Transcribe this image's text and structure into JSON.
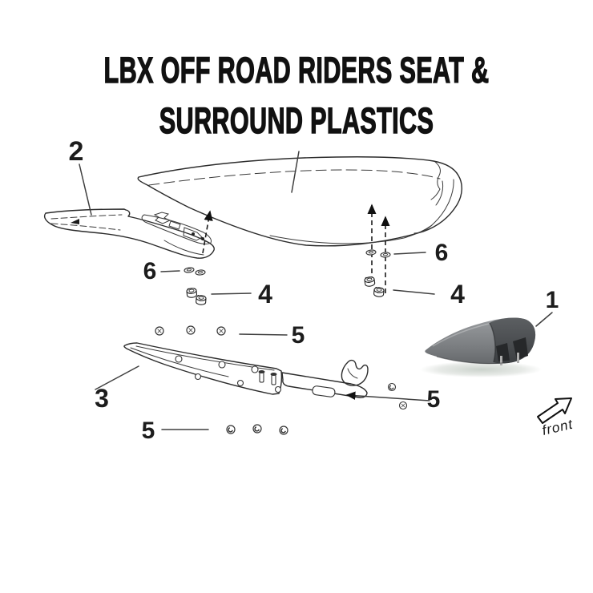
{
  "title": {
    "line1": "LBX OFF ROAD RIDERS SEAT &",
    "line2": "SURROUND PLASTICS"
  },
  "callouts": {
    "seat_render": "1",
    "upper_side_panel": "2",
    "lower_side_panel": "3",
    "clip_nut": "4",
    "screw": "5",
    "washer": "6"
  },
  "front_label": "front",
  "colors": {
    "line_art": "#2b2b2b",
    "seat_body_gray": "#7c7f82",
    "seat_rear_gray": "#45484b",
    "background": "#ffffff"
  }
}
